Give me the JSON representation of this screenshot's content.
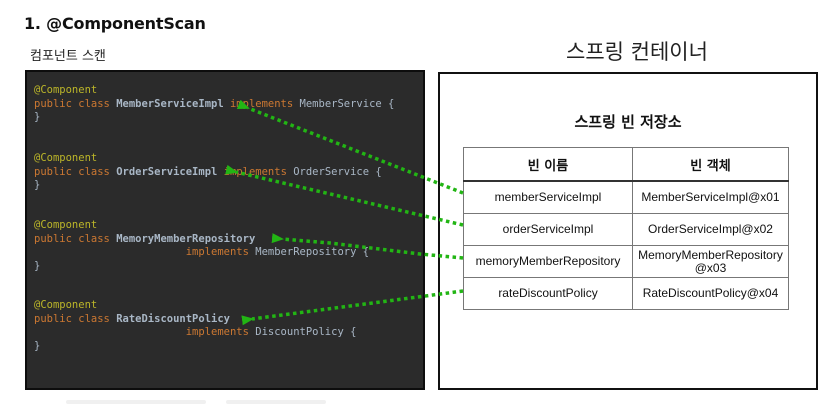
{
  "heading": "1. @ComponentScan",
  "subheading": "컴포넌트 스캔",
  "code": {
    "classes": [
      {
        "annotation": "@Component",
        "kw": "public class ",
        "name": "MemberServiceImpl",
        "impl_kw": "implements",
        "iface": "MemberService {",
        "close": "}"
      },
      {
        "annotation": "@Component",
        "kw": "public class ",
        "name": "OrderServiceImpl",
        "impl_kw": "implements",
        "iface": "OrderService {",
        "close": "}"
      },
      {
        "annotation": "@Component",
        "kw": "public class ",
        "name": "MemoryMemberRepository",
        "impl_kw": "implements",
        "iface": "MemberRepository {",
        "close": "}"
      },
      {
        "annotation": "@Component",
        "kw": "public class ",
        "name": "RateDiscountPolicy",
        "impl_kw": "implements",
        "iface": "DiscountPolicy {",
        "close": "}"
      }
    ]
  },
  "container": {
    "title": "스프링 컨테이너",
    "repository_title": "스프링 빈 저장소",
    "table": {
      "headers": [
        "빈 이름",
        "빈 객체"
      ],
      "rows": [
        {
          "name": "memberServiceImpl",
          "object": "MemberServiceImpl@x01"
        },
        {
          "name": "orderServiceImpl",
          "object": "OrderServiceImpl@x02"
        },
        {
          "name": "memoryMemberRepository",
          "object": "MemoryMemberRepository @x03"
        },
        {
          "name": "rateDiscountPolicy",
          "object": "RateDiscountPolicy@x04"
        }
      ]
    }
  },
  "colors": {
    "arrow": "#22b514",
    "code_bg": "#2b2b2b",
    "annotation": "#bbb529",
    "keyword": "#cc7832",
    "identifier": "#a9b7c6"
  }
}
